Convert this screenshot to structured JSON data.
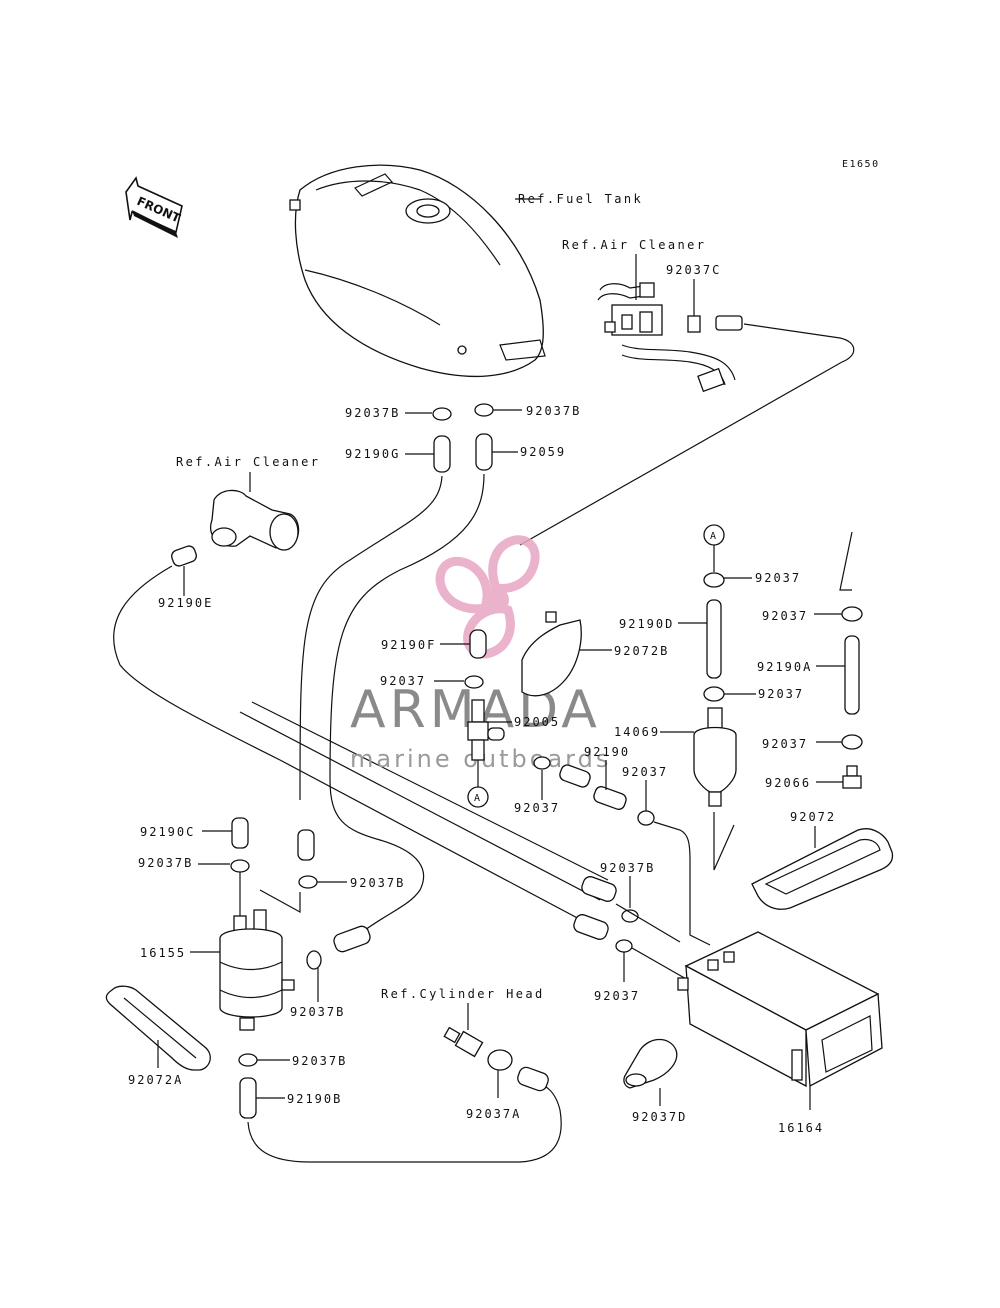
{
  "diagram_code": "E1650",
  "front_label": "FRONT",
  "refs": {
    "fuel_tank": "Ref.Fuel Tank",
    "air_cleaner_upper": "Ref.Air Cleaner",
    "air_cleaner_left": "Ref.Air Cleaner",
    "cylinder_head": "Ref.Cylinder Head"
  },
  "connector_mark": "A",
  "parts": {
    "p92037C": "92037C",
    "p92037B_a": "92037B",
    "p92037B_b": "92037B",
    "p92190G": "92190G",
    "p92059": "92059",
    "p92190E": "92190E",
    "p92190F": "92190F",
    "p92072B": "92072B",
    "p92037_a": "92037",
    "p92005": "92005",
    "p92190D": "92190D",
    "p92037_b": "92037",
    "p92037_c": "92037",
    "p92037_d": "92037",
    "p92190A": "92190A",
    "p14069": "14069",
    "p92190": "92190",
    "p92037_e": "92037",
    "p92037_f": "92037",
    "p92037_g": "92037",
    "p92066": "92066",
    "p92072": "92072",
    "p92190C": "92190C",
    "p92037B_c": "92037B",
    "p92037B_d": "92037B",
    "p92037B_e": "92037B",
    "p92037B_f": "92037B",
    "p16155": "16155",
    "p92037_h": "92037",
    "p92072A": "92072A",
    "p92037B_g": "92037B",
    "p92190B": "92190B",
    "p92037A": "92037A",
    "p92037D": "92037D",
    "p16164": "16164"
  },
  "watermark": {
    "brand": "ARMADA",
    "tagline": "marine outboards",
    "brand_color": "#e7a6c3"
  }
}
